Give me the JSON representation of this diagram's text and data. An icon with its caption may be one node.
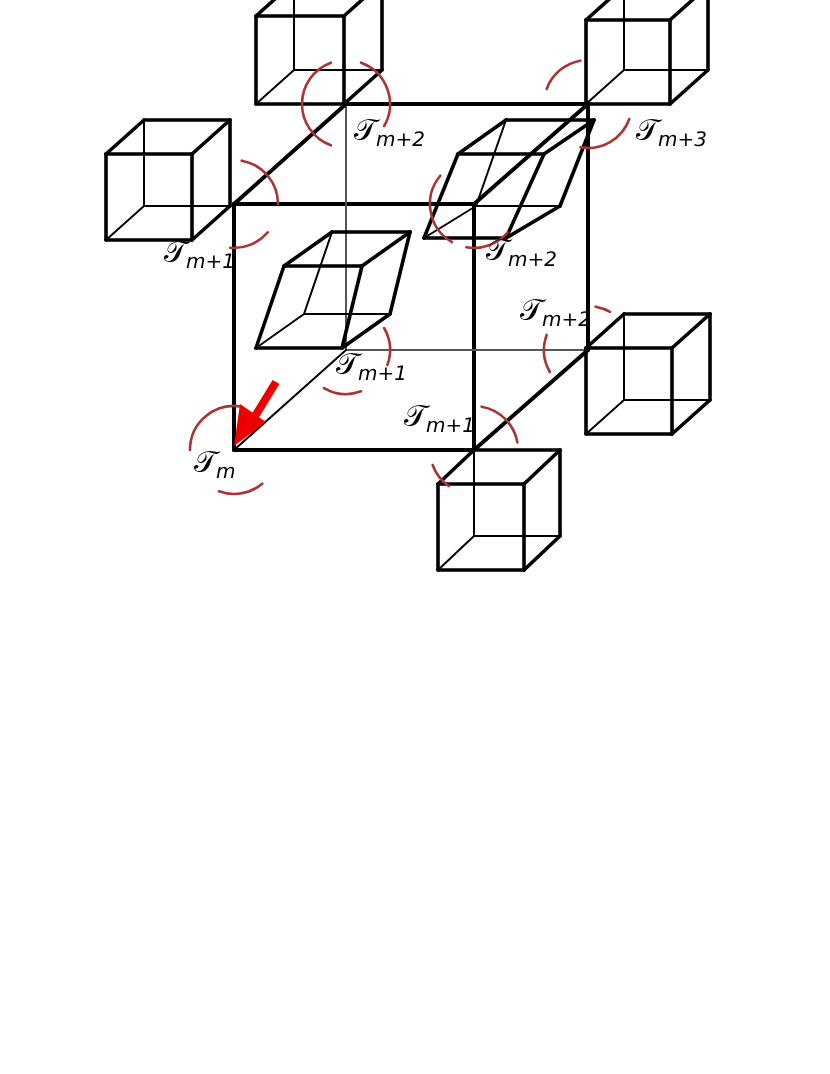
{
  "diagram": {
    "labels": [
      "𝒯$_{m+2}$",
      "𝒯$_{m+3}$",
      "𝒯$_{m+1}$",
      "𝒯$_{m+2}$",
      "𝒯$_{m+2}$",
      "𝒯$_{m+1}$",
      "𝒯$_{m+1}$",
      "𝒯$_{m}$"
    ]
  }
}
